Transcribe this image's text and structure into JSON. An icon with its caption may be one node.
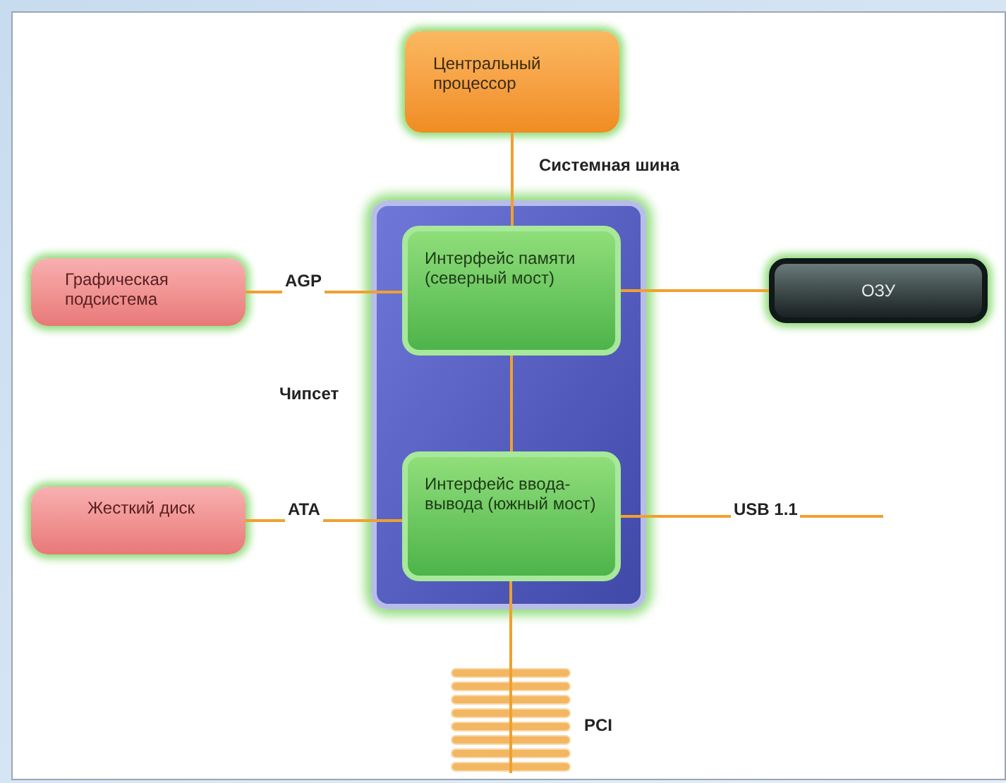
{
  "diagram": {
    "nodes": [
      {
        "text": [
          "Центральный процессор"
        ]
      },
      {
        "text": [],
        "shape": "box",
        "beside": [
          "Чипсет"
        ]
      },
      {
        "text": [
          "Графическая подсистема"
        ]
      },
      {
        "text": [
          "Интерфейс памяти (северный мост)"
        ],
        "in": 1
      },
      {
        "text": [
          "ОЗУ"
        ]
      },
      {
        "text": [
          "Жесткий диск"
        ]
      },
      {
        "text": [
          "Интерфейс ввода-вывода (южный мост)"
        ],
        "in": 1
      },
      {
        "text": [],
        "shape": "picture",
        "beside": [
          "PCI"
        ]
      }
    ],
    "edges": [
      {
        "from": 0,
        "to": 3,
        "arrow": "none",
        "label": "Системная шина"
      },
      {
        "from": 2,
        "to": 3,
        "arrow": "none",
        "label": "AGP"
      },
      {
        "from": 3,
        "to": 4,
        "arrow": "none"
      },
      {
        "from": 3,
        "to": 6,
        "arrow": "none"
      },
      {
        "from": 5,
        "to": 6,
        "arrow": "none",
        "label": "ATA"
      },
      {
        "from": 6,
        "to": null,
        "arrow": "none",
        "label": "USB 1.1"
      },
      {
        "from": 6,
        "to": 7,
        "arrow": "none"
      }
    ]
  }
}
